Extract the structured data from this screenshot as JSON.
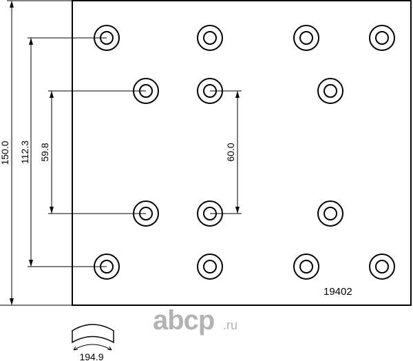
{
  "part_number": "19402",
  "dimensions": {
    "overall_height": "150.0",
    "outer_rivet_span": "112.3",
    "inner_rivet_span_left": "59.8",
    "inner_rivet_span_right": "60.0",
    "arc_length": "194.9"
  },
  "watermark": {
    "main": "abcp",
    "suffix": ".ru",
    "color": "#b3b3b3"
  }
}
